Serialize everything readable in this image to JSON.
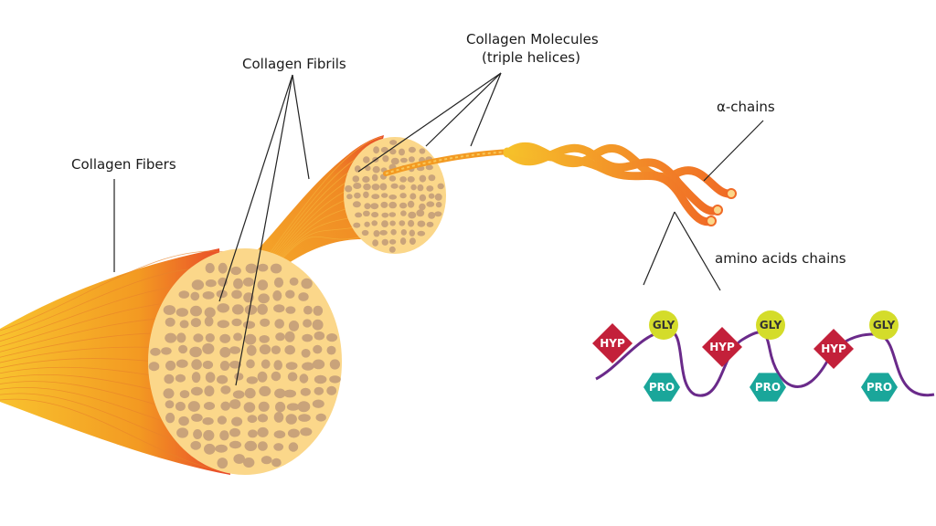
{
  "labels": {
    "collagen_fibers": "Collagen Fibers",
    "collagen_fibrils": "Collagen Fibrils",
    "collagen_molecules_line1": "Collagen Molecules",
    "collagen_molecules_line2": "(triple helices)",
    "alpha_chains": "α-chains",
    "amino_acids_chains": "amino acids chains"
  },
  "amino_units": [
    {
      "hyp": "HYP",
      "gly": "GLY",
      "pro": "PRO"
    },
    {
      "hyp": "HYP",
      "gly": "GLY",
      "pro": "PRO"
    },
    {
      "hyp": "HYP",
      "gly": "GLY",
      "pro": "PRO"
    }
  ],
  "colors": {
    "fiber_orange": "#f07a25",
    "fiber_yellow": "#f6b52a",
    "cross_section": "#fbd78a",
    "fibril_dot": "#c9a37a",
    "hyp": "#c3203a",
    "gly": "#d4dc2a",
    "pro": "#1aa69a",
    "backbone": "#6a2a8a"
  }
}
